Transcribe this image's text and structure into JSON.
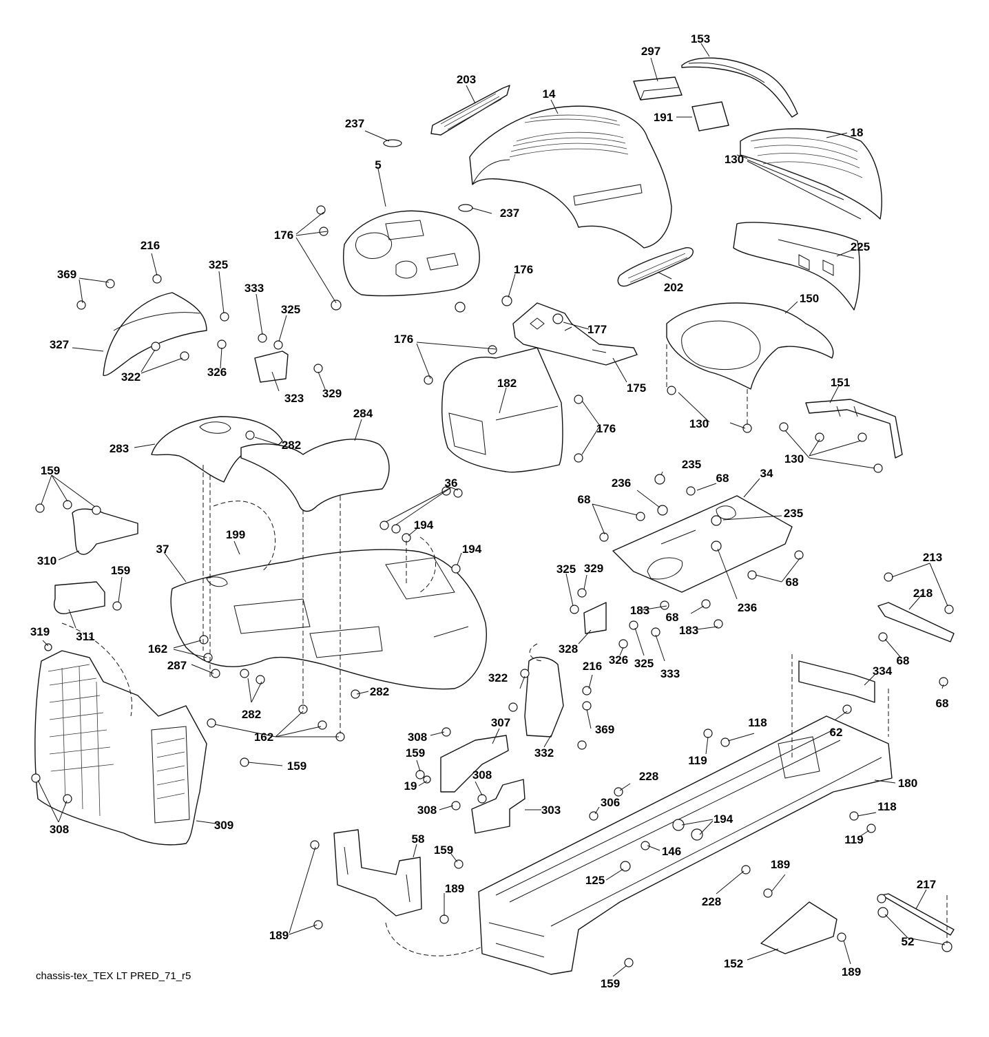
{
  "diagram": {
    "footer_caption": "chassis-tex_TEX LT PRED_71_r5",
    "callouts": [
      {
        "id": "c153",
        "label": "153"
      },
      {
        "id": "c297",
        "label": "297"
      },
      {
        "id": "c203",
        "label": "203"
      },
      {
        "id": "c14",
        "label": "14"
      },
      {
        "id": "c191",
        "label": "191"
      },
      {
        "id": "c237a",
        "label": "237"
      },
      {
        "id": "c18",
        "label": "18"
      },
      {
        "id": "c130a",
        "label": "130"
      },
      {
        "id": "c5",
        "label": "5"
      },
      {
        "id": "c237b",
        "label": "237"
      },
      {
        "id": "c176a",
        "label": "176"
      },
      {
        "id": "c225",
        "label": "225"
      },
      {
        "id": "c216a",
        "label": "216"
      },
      {
        "id": "c325a",
        "label": "325"
      },
      {
        "id": "c369a",
        "label": "369"
      },
      {
        "id": "c333a",
        "label": "333"
      },
      {
        "id": "c325b",
        "label": "325"
      },
      {
        "id": "c176b",
        "label": "176"
      },
      {
        "id": "c202",
        "label": "202"
      },
      {
        "id": "c150",
        "label": "150"
      },
      {
        "id": "c327",
        "label": "327"
      },
      {
        "id": "c177",
        "label": "177"
      },
      {
        "id": "c176c",
        "label": "176"
      },
      {
        "id": "c322a",
        "label": "322"
      },
      {
        "id": "c326a",
        "label": "326"
      },
      {
        "id": "c329a",
        "label": "329"
      },
      {
        "id": "c323",
        "label": "323"
      },
      {
        "id": "c182",
        "label": "182"
      },
      {
        "id": "c175",
        "label": "175"
      },
      {
        "id": "c151",
        "label": "151"
      },
      {
        "id": "c130b",
        "label": "130"
      },
      {
        "id": "c284",
        "label": "284"
      },
      {
        "id": "c176d",
        "label": "176"
      },
      {
        "id": "c283",
        "label": "283"
      },
      {
        "id": "c282a",
        "label": "282"
      },
      {
        "id": "c130c",
        "label": "130"
      },
      {
        "id": "c159a",
        "label": "159"
      },
      {
        "id": "c235a",
        "label": "235"
      },
      {
        "id": "c36",
        "label": "36"
      },
      {
        "id": "c68a",
        "label": "68"
      },
      {
        "id": "c34",
        "label": "34"
      },
      {
        "id": "c236a",
        "label": "236"
      },
      {
        "id": "c68b",
        "label": "68"
      },
      {
        "id": "c235b",
        "label": "235"
      },
      {
        "id": "c194a",
        "label": "194"
      },
      {
        "id": "c199",
        "label": "199"
      },
      {
        "id": "c194b",
        "label": "194"
      },
      {
        "id": "c310",
        "label": "310"
      },
      {
        "id": "c37",
        "label": "37"
      },
      {
        "id": "c159b",
        "label": "159"
      },
      {
        "id": "c325c",
        "label": "325"
      },
      {
        "id": "c329b",
        "label": "329"
      },
      {
        "id": "c68c",
        "label": "68"
      },
      {
        "id": "c213",
        "label": "213"
      },
      {
        "id": "c218",
        "label": "218"
      },
      {
        "id": "c236b",
        "label": "236"
      },
      {
        "id": "c183a",
        "label": "183"
      },
      {
        "id": "c68d",
        "label": "68"
      },
      {
        "id": "c183b",
        "label": "183"
      },
      {
        "id": "c311",
        "label": "311"
      },
      {
        "id": "c319",
        "label": "319"
      },
      {
        "id": "c328",
        "label": "328"
      },
      {
        "id": "c162a",
        "label": "162"
      },
      {
        "id": "c326b",
        "label": "326"
      },
      {
        "id": "c325d",
        "label": "325"
      },
      {
        "id": "c333b",
        "label": "333"
      },
      {
        "id": "c68e",
        "label": "68"
      },
      {
        "id": "c287",
        "label": "287"
      },
      {
        "id": "c216b",
        "label": "216"
      },
      {
        "id": "c334",
        "label": "334"
      },
      {
        "id": "c282b",
        "label": "282"
      },
      {
        "id": "c322b",
        "label": "322"
      },
      {
        "id": "c282c",
        "label": "282"
      },
      {
        "id": "c68f",
        "label": "68"
      },
      {
        "id": "c307",
        "label": "307"
      },
      {
        "id": "c118a",
        "label": "118"
      },
      {
        "id": "c62",
        "label": "62"
      },
      {
        "id": "c162b",
        "label": "162"
      },
      {
        "id": "c369b",
        "label": "369"
      },
      {
        "id": "c308a",
        "label": "308"
      },
      {
        "id": "c332",
        "label": "332"
      },
      {
        "id": "c159c",
        "label": "159"
      },
      {
        "id": "c159d",
        "label": "159"
      },
      {
        "id": "c119a",
        "label": "119"
      },
      {
        "id": "c308b",
        "label": "308"
      },
      {
        "id": "c228a",
        "label": "228"
      },
      {
        "id": "c19",
        "label": "19"
      },
      {
        "id": "c180",
        "label": "180"
      },
      {
        "id": "c306",
        "label": "306"
      },
      {
        "id": "c308c",
        "label": "308"
      },
      {
        "id": "c303",
        "label": "303"
      },
      {
        "id": "c118b",
        "label": "118"
      },
      {
        "id": "c194c",
        "label": "194"
      },
      {
        "id": "c309",
        "label": "309"
      },
      {
        "id": "c119b",
        "label": "119"
      },
      {
        "id": "c308d",
        "label": "308"
      },
      {
        "id": "c58",
        "label": "58"
      },
      {
        "id": "c159e",
        "label": "159"
      },
      {
        "id": "c146",
        "label": "146"
      },
      {
        "id": "c189a",
        "label": "189"
      },
      {
        "id": "c125",
        "label": "125"
      },
      {
        "id": "c217",
        "label": "217"
      },
      {
        "id": "c189b",
        "label": "189"
      },
      {
        "id": "c228b",
        "label": "228"
      },
      {
        "id": "c189c",
        "label": "189"
      },
      {
        "id": "c52",
        "label": "52"
      },
      {
        "id": "c152",
        "label": "152"
      },
      {
        "id": "c189d",
        "label": "189"
      },
      {
        "id": "c159f",
        "label": "159"
      }
    ]
  }
}
